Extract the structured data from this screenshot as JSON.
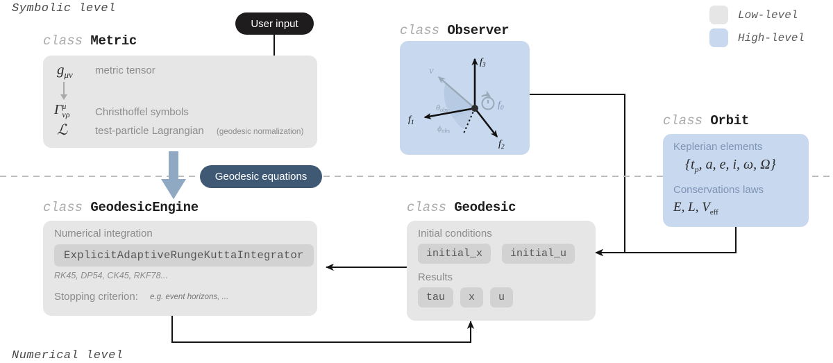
{
  "levels": {
    "symbolic": "Symbolic level",
    "numerical": "Numerical level"
  },
  "legend": {
    "items": [
      {
        "label": "Low-level",
        "color": "#e6e6e6"
      },
      {
        "label": "High-level",
        "color": "#c8d8ee"
      }
    ]
  },
  "badges": {
    "user_input": "User input",
    "geodesic_equations": "Geodesic equations"
  },
  "classes": {
    "metric": {
      "keyword": "class",
      "name": "Metric",
      "level": "low",
      "rows": [
        {
          "symbol": "gμν",
          "label": "metric tensor",
          "note": ""
        },
        {
          "symbol": "Γμνρ",
          "label": "Christhoffel symbols",
          "note": ""
        },
        {
          "symbol": "ℒ",
          "label": "test-particle Lagrangian",
          "note": "(geodesic normalization)"
        }
      ]
    },
    "observer": {
      "keyword": "class",
      "name": "Observer",
      "level": "high",
      "diagram": {
        "axes": [
          "f_1",
          "f_2",
          "f_3"
        ],
        "clock_axis": "f_0",
        "velocity": "v",
        "angles": [
          "θobs",
          "ϕobs"
        ]
      }
    },
    "orbit": {
      "keyword": "class",
      "name": "Orbit",
      "level": "high",
      "sections": [
        {
          "title": "Keplerian elements",
          "formula": "{ tp, a, e, i, ω, Ω }"
        },
        {
          "title": "Conservations laws",
          "formula": "E, L, Veff"
        }
      ]
    },
    "geodesic_engine": {
      "keyword": "class",
      "name": "GeodesicEngine",
      "level": "low",
      "integration_title": "Numerical integration",
      "integrator": "ExplicitAdaptiveRungeKuttaIntegrator",
      "integrator_note": "RK45, DP54, CK45, RKF78...",
      "stopping_title": "Stopping criterion:",
      "stopping_note": "e.g. event horizons, ..."
    },
    "geodesic": {
      "keyword": "class",
      "name": "Geodesic",
      "level": "low",
      "initial_title": "Initial conditions",
      "initial_chips": [
        "initial_x",
        "initial_u"
      ],
      "results_title": "Results",
      "results_chips": [
        "tau",
        "x",
        "u"
      ]
    }
  },
  "colors": {
    "low_level": "#e6e6e6",
    "high_level": "#c8d8ee",
    "chip": "#d2d2d2",
    "badge_dark": "#1e1c1c",
    "badge_slate": "#3f5873",
    "flow_arrow": "#8fa9c3",
    "divider": "#bdbdbd",
    "connector": "#141414"
  }
}
